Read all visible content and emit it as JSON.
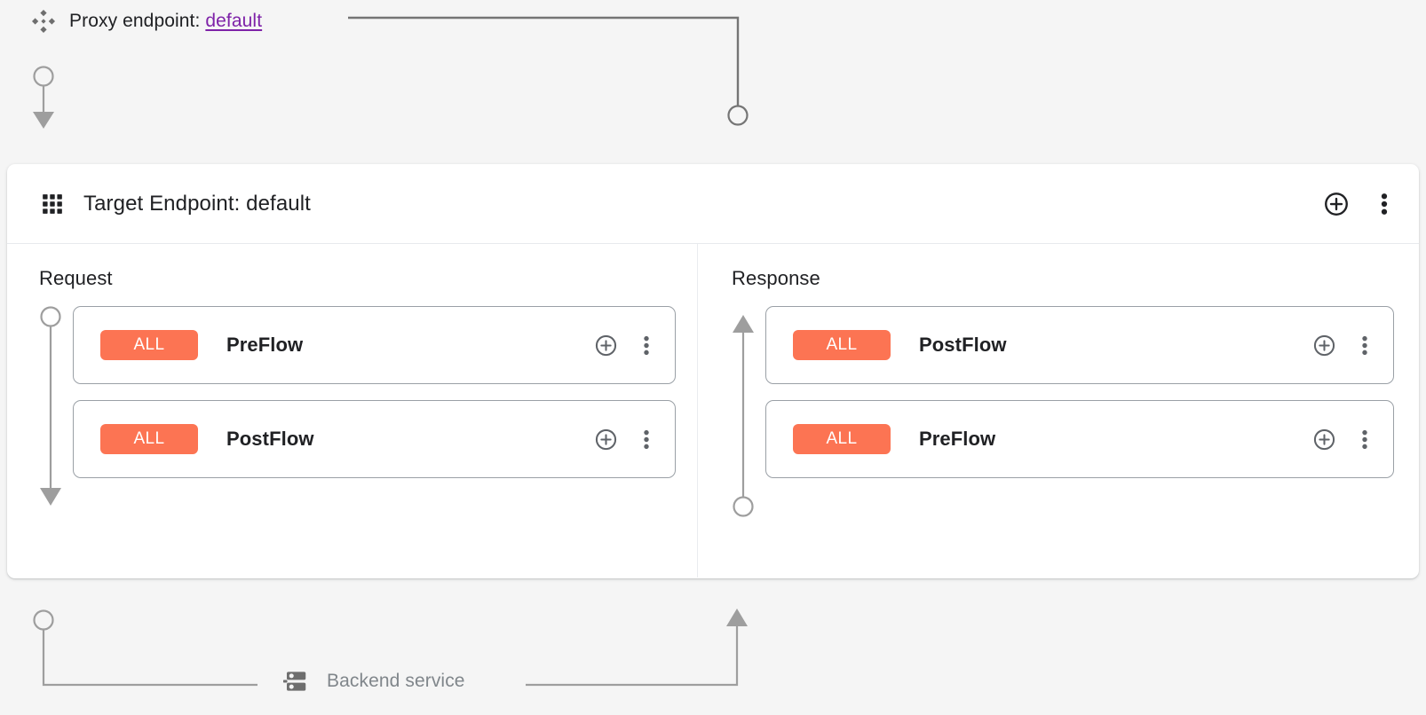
{
  "proxy": {
    "icon": "proxy-diamond-icon",
    "label_prefix": "Proxy endpoint:",
    "endpoint_name": "default",
    "link_color": "#7e22a8"
  },
  "target_panel": {
    "icon": "apps-grid-icon",
    "title": "Target Endpoint: default",
    "actions": [
      {
        "name": "add-circle-icon",
        "label": "Add"
      },
      {
        "name": "more-vert-icon",
        "label": "More options"
      }
    ]
  },
  "columns": [
    {
      "title": "Request",
      "direction": "down",
      "flows": [
        {
          "badge": "ALL",
          "label": "PreFlow"
        },
        {
          "badge": "ALL",
          "label": "PostFlow"
        }
      ]
    },
    {
      "title": "Response",
      "direction": "up",
      "flows": [
        {
          "badge": "ALL",
          "label": "PostFlow"
        },
        {
          "badge": "ALL",
          "label": "PreFlow"
        }
      ]
    }
  ],
  "card_actions": [
    {
      "name": "add-circle-icon",
      "label": "Add policy"
    },
    {
      "name": "more-vert-icon",
      "label": "More options"
    }
  ],
  "backend": {
    "icon": "server-rack-icon",
    "label": "Backend service"
  },
  "colors": {
    "background": "#f5f5f5",
    "panel": "#ffffff",
    "badge_orange": "#fc7453",
    "connector_grey": "#757575",
    "card_border": "#9aa0a6",
    "text_primary": "#202124",
    "text_muted": "#80868b"
  }
}
